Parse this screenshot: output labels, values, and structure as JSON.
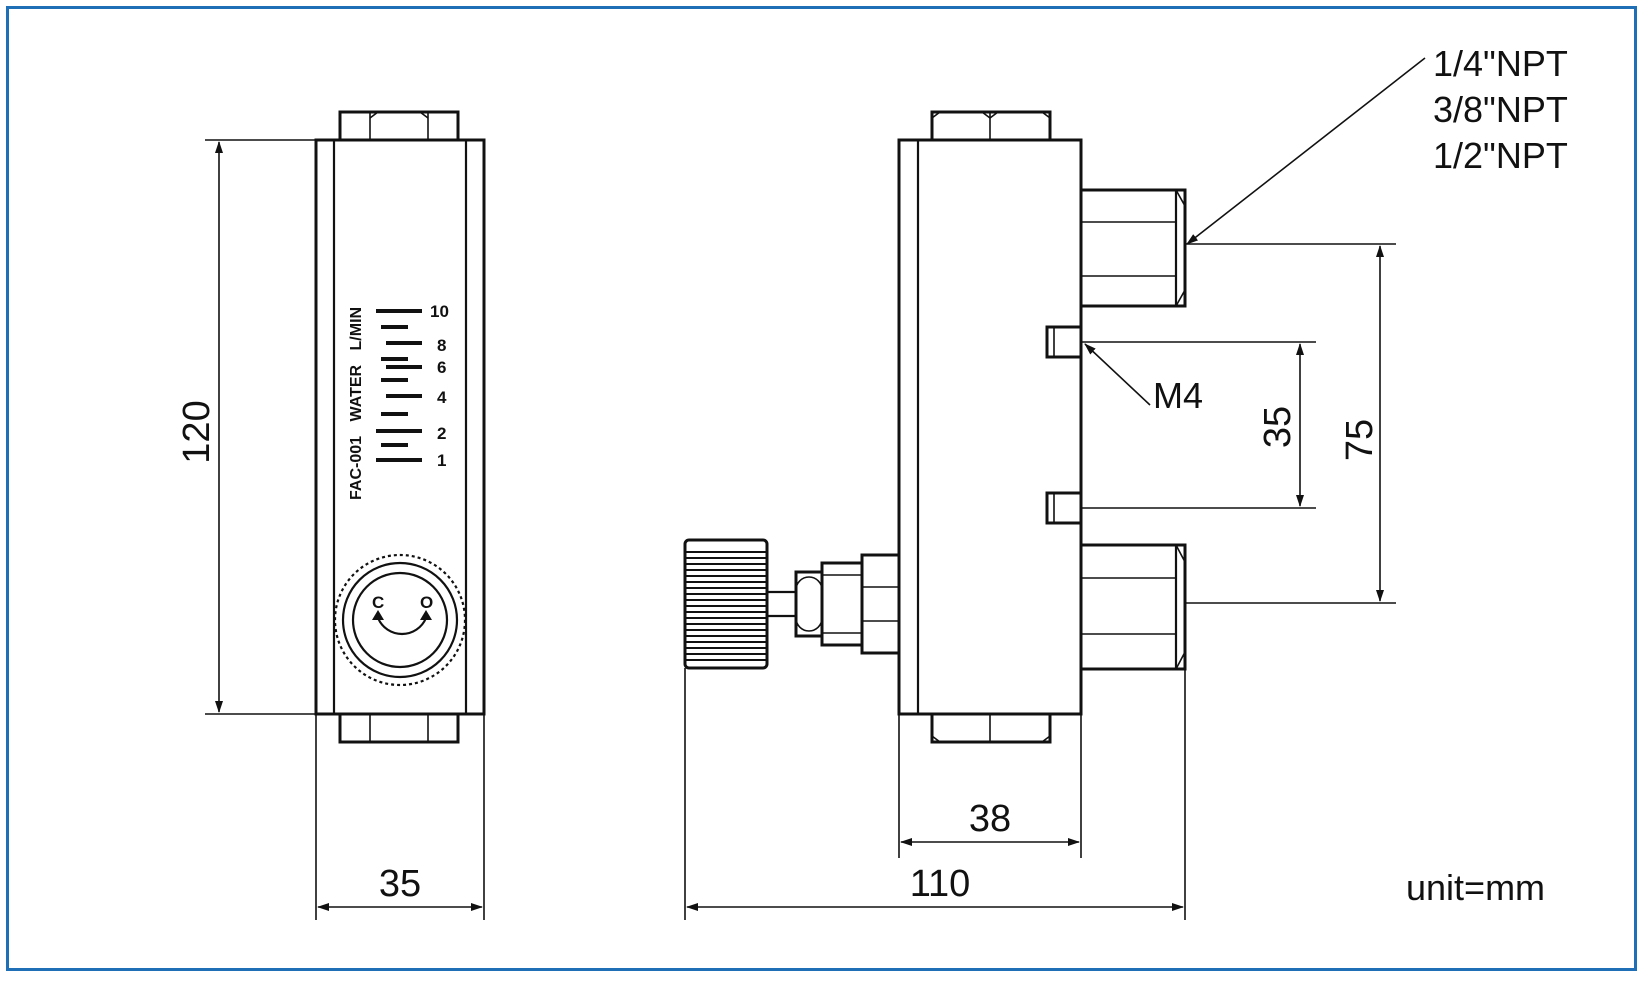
{
  "dimensions": {
    "height": "120",
    "width_front": "35",
    "depth_body": "38",
    "overall_length": "110",
    "port_pitch": "75",
    "mount_pitch": "35"
  },
  "callouts": {
    "thread_sizes": [
      "1/4\"NPT",
      "3/8\"NPT",
      "1/2\"NPT"
    ],
    "mount_screw": "M4"
  },
  "label": {
    "model": "FAC-001",
    "medium": "WATER",
    "unit": "L/MIN",
    "scale_marks": [
      "10",
      "8",
      "6",
      "4",
      "2",
      "1"
    ],
    "valve_close": "C",
    "valve_open": "O"
  },
  "unit_note": "unit=mm",
  "colors": {
    "frame": "#1e6fb5",
    "line": "#111111"
  }
}
